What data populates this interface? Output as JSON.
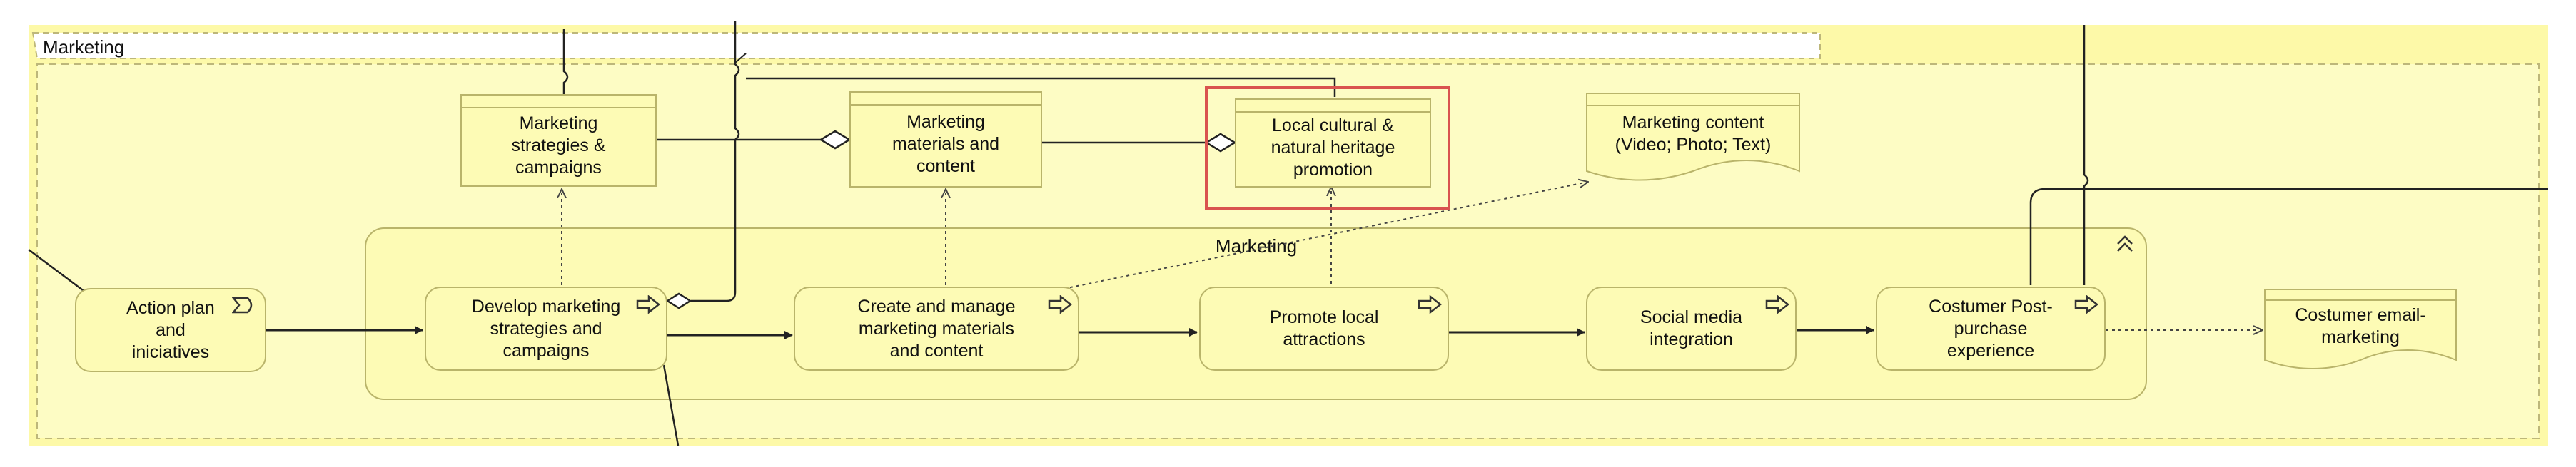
{
  "group": {
    "title": "Marketing"
  },
  "process_group": {
    "title": "Marketing"
  },
  "action_plan": {
    "label": "Action plan\nand\niniciatives"
  },
  "processes": [
    {
      "label": "Develop marketing\nstrategies and\ncampaigns"
    },
    {
      "label": "Create and manage\nmarketing materials\nand content"
    },
    {
      "label": "Promote local\nattractions"
    },
    {
      "label": "Social media\nintegration"
    },
    {
      "label": "Costumer Post-\npurchase\nexperience"
    }
  ],
  "objects": [
    {
      "label": "Marketing\nstrategies &\ncampaigns"
    },
    {
      "label": "Marketing\nmaterials and\ncontent"
    },
    {
      "label": "Local cultural &\nnatural heritage\npromotion"
    }
  ],
  "representations": [
    {
      "label": "Marketing content\n(Video; Photo; Text)"
    },
    {
      "label": "Costumer email-\nmarketing"
    }
  ],
  "colors": {
    "fill": "#fdfbb5",
    "border": "#b9b46a",
    "band": "#fdf9a8",
    "highlight": "#d9534f",
    "line": "#222222"
  }
}
